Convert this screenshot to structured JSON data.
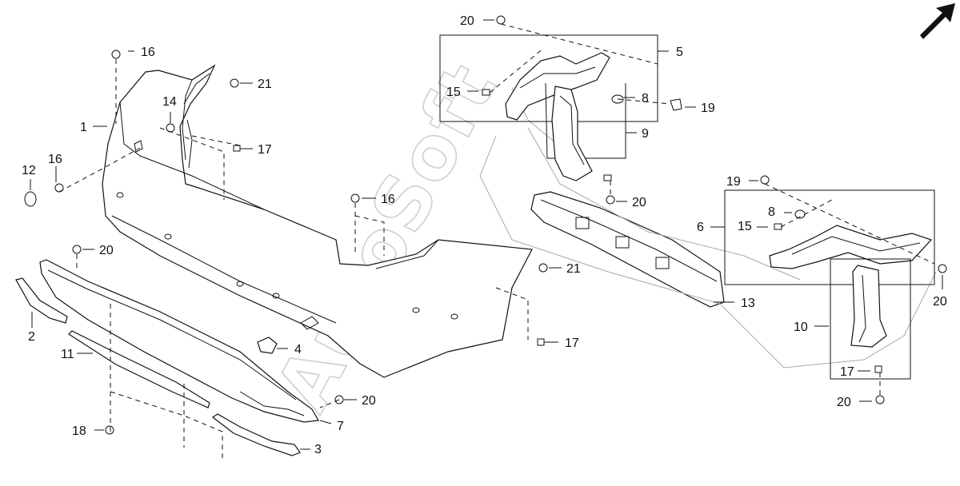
{
  "diagram": {
    "watermark": "AutoSoft",
    "callouts": [
      {
        "id": "c1",
        "text": "1"
      },
      {
        "id": "c2",
        "text": "2"
      },
      {
        "id": "c3",
        "text": "3"
      },
      {
        "id": "c4",
        "text": "4"
      },
      {
        "id": "c5",
        "text": "5"
      },
      {
        "id": "c6",
        "text": "6"
      },
      {
        "id": "c7",
        "text": "7"
      },
      {
        "id": "c8a",
        "text": "8"
      },
      {
        "id": "c8b",
        "text": "8"
      },
      {
        "id": "c9",
        "text": "9"
      },
      {
        "id": "c10",
        "text": "10"
      },
      {
        "id": "c11",
        "text": "11"
      },
      {
        "id": "c12",
        "text": "12"
      },
      {
        "id": "c13",
        "text": "13"
      },
      {
        "id": "c14",
        "text": "14"
      },
      {
        "id": "c15a",
        "text": "15"
      },
      {
        "id": "c15b",
        "text": "15"
      },
      {
        "id": "c16a",
        "text": "16"
      },
      {
        "id": "c16b",
        "text": "16"
      },
      {
        "id": "c16c",
        "text": "16"
      },
      {
        "id": "c17a",
        "text": "17"
      },
      {
        "id": "c17b",
        "text": "17"
      },
      {
        "id": "c17c",
        "text": "17"
      },
      {
        "id": "c18",
        "text": "18"
      },
      {
        "id": "c19a",
        "text": "19"
      },
      {
        "id": "c19b",
        "text": "19"
      },
      {
        "id": "c20a",
        "text": "20"
      },
      {
        "id": "c20b",
        "text": "20"
      },
      {
        "id": "c20c",
        "text": "20"
      },
      {
        "id": "c20d",
        "text": "20"
      },
      {
        "id": "c20e",
        "text": "20"
      },
      {
        "id": "c20f",
        "text": "20"
      },
      {
        "id": "c21a",
        "text": "21"
      },
      {
        "id": "c21b",
        "text": "21"
      }
    ]
  }
}
